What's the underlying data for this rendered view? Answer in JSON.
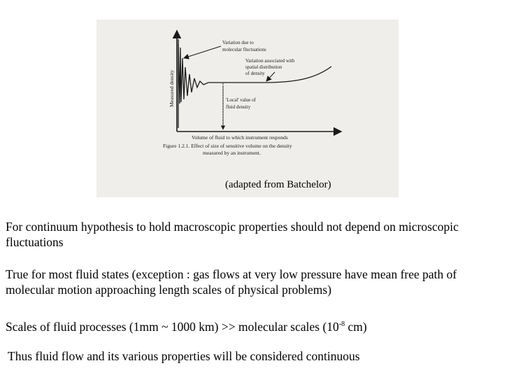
{
  "figure": {
    "y_axis_label": "Measured density",
    "annotation_molecular": [
      "Variation due to",
      "molecular fluctuations"
    ],
    "annotation_spatial": [
      "Variation associated with",
      "spatial distribution",
      "of density"
    ],
    "annotation_local": [
      "'Local' value of",
      "fluid density"
    ],
    "x_axis_label": "Volume of fluid to which instrument responds",
    "caption_line1": "Figure 1.2.1. Effect of size of sensitive volume on the density",
    "caption_line2": "measured by an instrument.",
    "attribution": "(adapted from Batchelor)"
  },
  "body": {
    "p1": "For continuum hypothesis to hold macroscopic properties should not depend on microscopic fluctuations",
    "p2": "True for most fluid states (exception : gas flows at very low pressure have mean free path of molecular motion approaching length scales of physical problems)",
    "p3_before": "Scales of fluid processes (1mm ~ 1000 km) >> molecular scales (10",
    "p3_exponent": "-8",
    "p3_after": " cm)",
    "p4": "Thus fluid flow and its various properties will be considered continuous"
  }
}
